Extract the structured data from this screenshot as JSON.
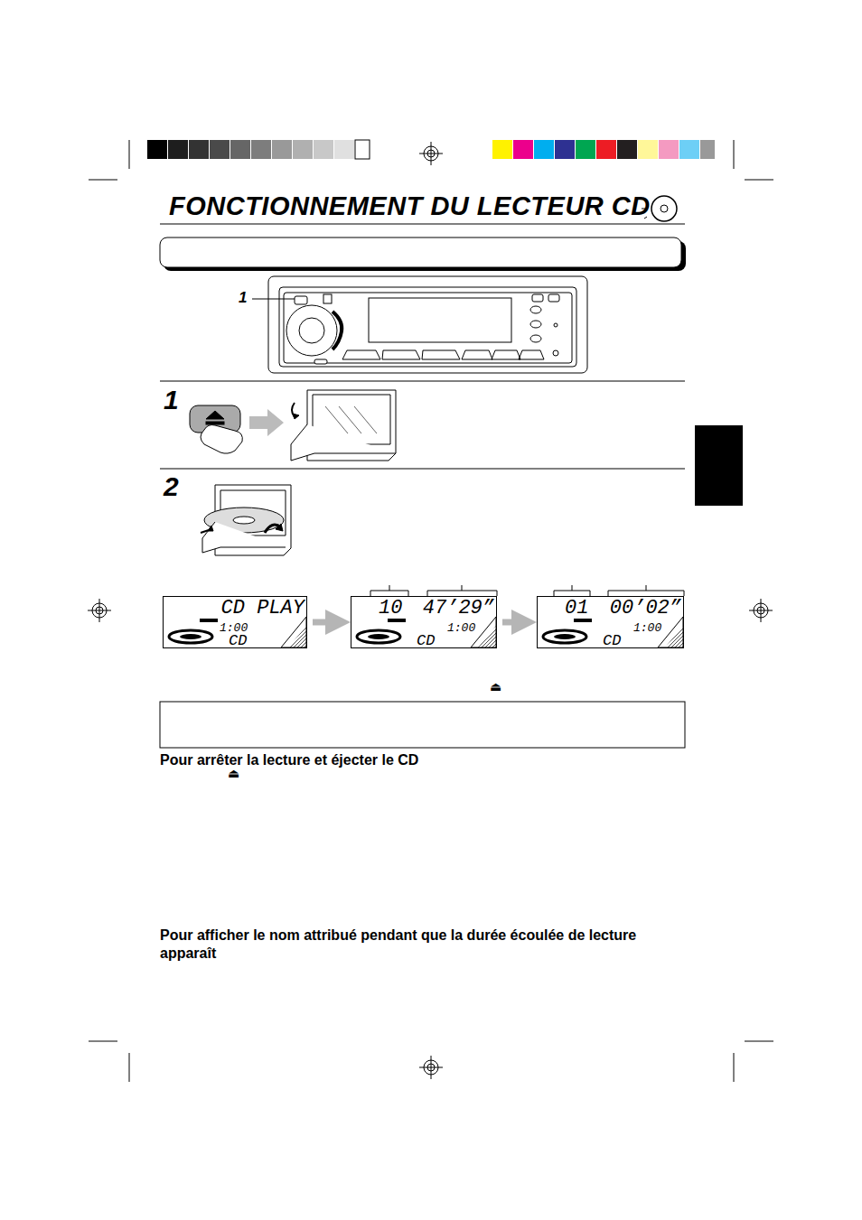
{
  "diagram": {
    "title": "FONCTIONNEMENT DU LECTEUR CD",
    "nodes": [
      {
        "text": [
          "CD PLAY",
          "1:00",
          "CD"
        ]
      },
      {
        "text": [
          "10",
          "47’29”",
          "1:00",
          "CD"
        ]
      },
      {
        "text": [
          "01",
          "00’02”",
          "1:00",
          "CD"
        ]
      }
    ],
    "edges": [
      {
        "from": 0,
        "to": 1,
        "arrow": "to"
      },
      {
        "from": 1,
        "to": 2,
        "arrow": "to"
      }
    ],
    "labels": [
      "1",
      "1",
      "2",
      "⏏",
      "Pour arrêter la lecture et éjecter le CD",
      "⏏",
      "Pour afficher le nom attribué pendant que la durée écoulée de lecture apparaît"
    ]
  }
}
